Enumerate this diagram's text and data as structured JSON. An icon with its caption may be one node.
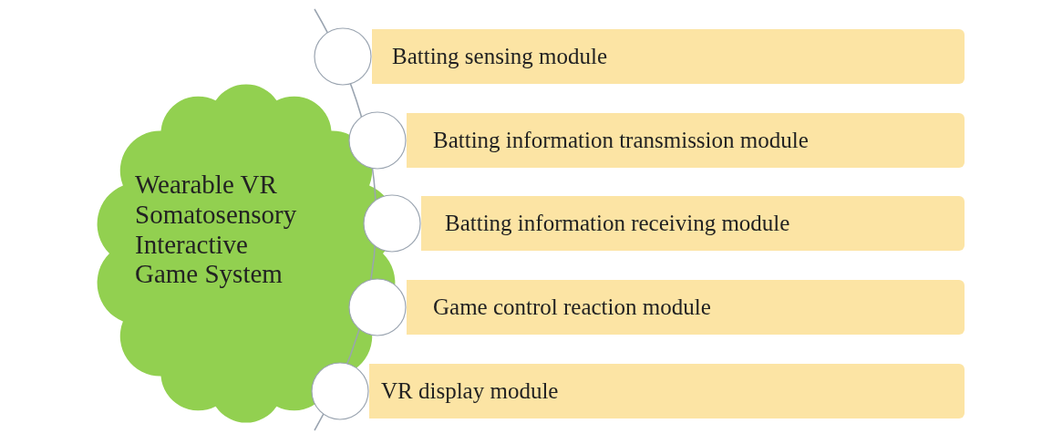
{
  "diagram": {
    "nodes": [
      {
        "text": [
          "Wearable VR Somatosensory Interactive Game System"
        ]
      },
      {
        "text": [
          "Batting sensing module"
        ]
      },
      {
        "text": [
          "Batting information transmission module"
        ]
      },
      {
        "text": [
          "Batting information receiving module"
        ]
      },
      {
        "text": [
          "Game control reaction module"
        ]
      },
      {
        "text": [
          "VR display module"
        ]
      }
    ]
  }
}
